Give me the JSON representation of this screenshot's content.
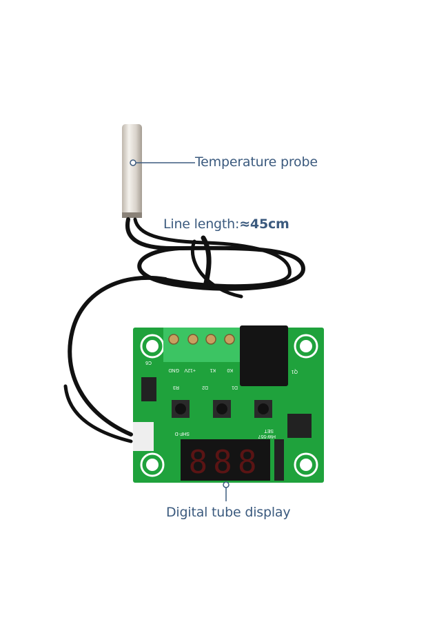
{
  "annotations": {
    "probe": "Temperature probe",
    "line_length_label": "Line length:",
    "line_length_value": "≈45cm",
    "display": "Digital tube display"
  },
  "board": {
    "terminal_labels": [
      "GND",
      "+12V",
      "K1",
      "K0"
    ],
    "silkscreen": {
      "c6": "C6",
      "r3": "R3",
      "d2": "D2",
      "d1": "D1",
      "set": "SET",
      "shf": "SHF-D",
      "model": "HW-557",
      "q1": "Q1"
    },
    "display_digits": "888"
  },
  "colors": {
    "annotation_text": "#3b5a7e",
    "pcb": "#1fa23c",
    "terminal_block": "#3cc463",
    "display_segment": "#5a1414"
  }
}
